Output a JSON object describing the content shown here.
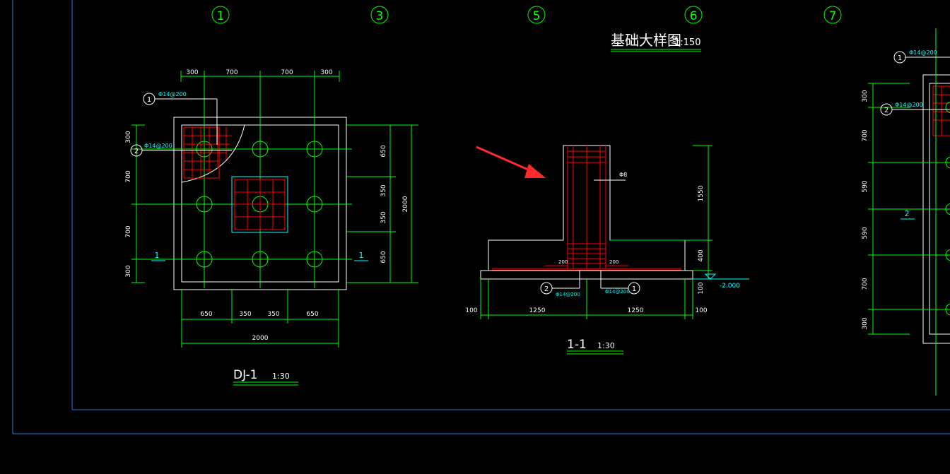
{
  "drawing": {
    "title": "基础大样图",
    "title_scale": "1:150",
    "axis_labels": [
      "1",
      "3",
      "5",
      "6",
      "7"
    ]
  },
  "plan": {
    "name": "DJ-1",
    "scale": "1:30",
    "top_dims": [
      "300",
      "700",
      "700",
      "300"
    ],
    "left_dims": [
      "300",
      "700",
      "700",
      "300"
    ],
    "right_dims": [
      "650",
      "350",
      "350",
      "650"
    ],
    "right_total": "2000",
    "bottom_dims": [
      "650",
      "350",
      "350",
      "650"
    ],
    "bottom_total": "2000",
    "rebar_tag1": "Φ14@200",
    "rebar_tag2": "Φ14@200",
    "callout1": "1",
    "callout2": "2",
    "section_mark_left": "1",
    "section_mark_right": "1"
  },
  "section": {
    "name": "1-1",
    "scale": "1:30",
    "right_dims": [
      "1550",
      "400",
      "100"
    ],
    "bottom_dims": [
      "100",
      "1250",
      "1250",
      "100"
    ],
    "elevation": "-2.000",
    "stirrup_label": "Φ8",
    "rebar_tag1": "Φ14@200",
    "rebar_tag2": "Φ14@200",
    "small_left": "200",
    "small_right": "200",
    "callout1": "1",
    "callout2": "2"
  },
  "side": {
    "callout1": "1",
    "callout2": "2",
    "rebar_tag1": "Φ14@200",
    "rebar_tag2": "Φ14@200",
    "left_dims": [
      "300",
      "700",
      "590",
      "590",
      "700",
      "300"
    ],
    "section_mark": "2"
  },
  "colors": {
    "background": "#000000",
    "frame": "#1e7fd6",
    "dimension": "#00ff00",
    "outline": "#ffffff",
    "rebar": "#ff0000",
    "annotation": "#00ffff",
    "arrow": "#ff2a2a"
  }
}
